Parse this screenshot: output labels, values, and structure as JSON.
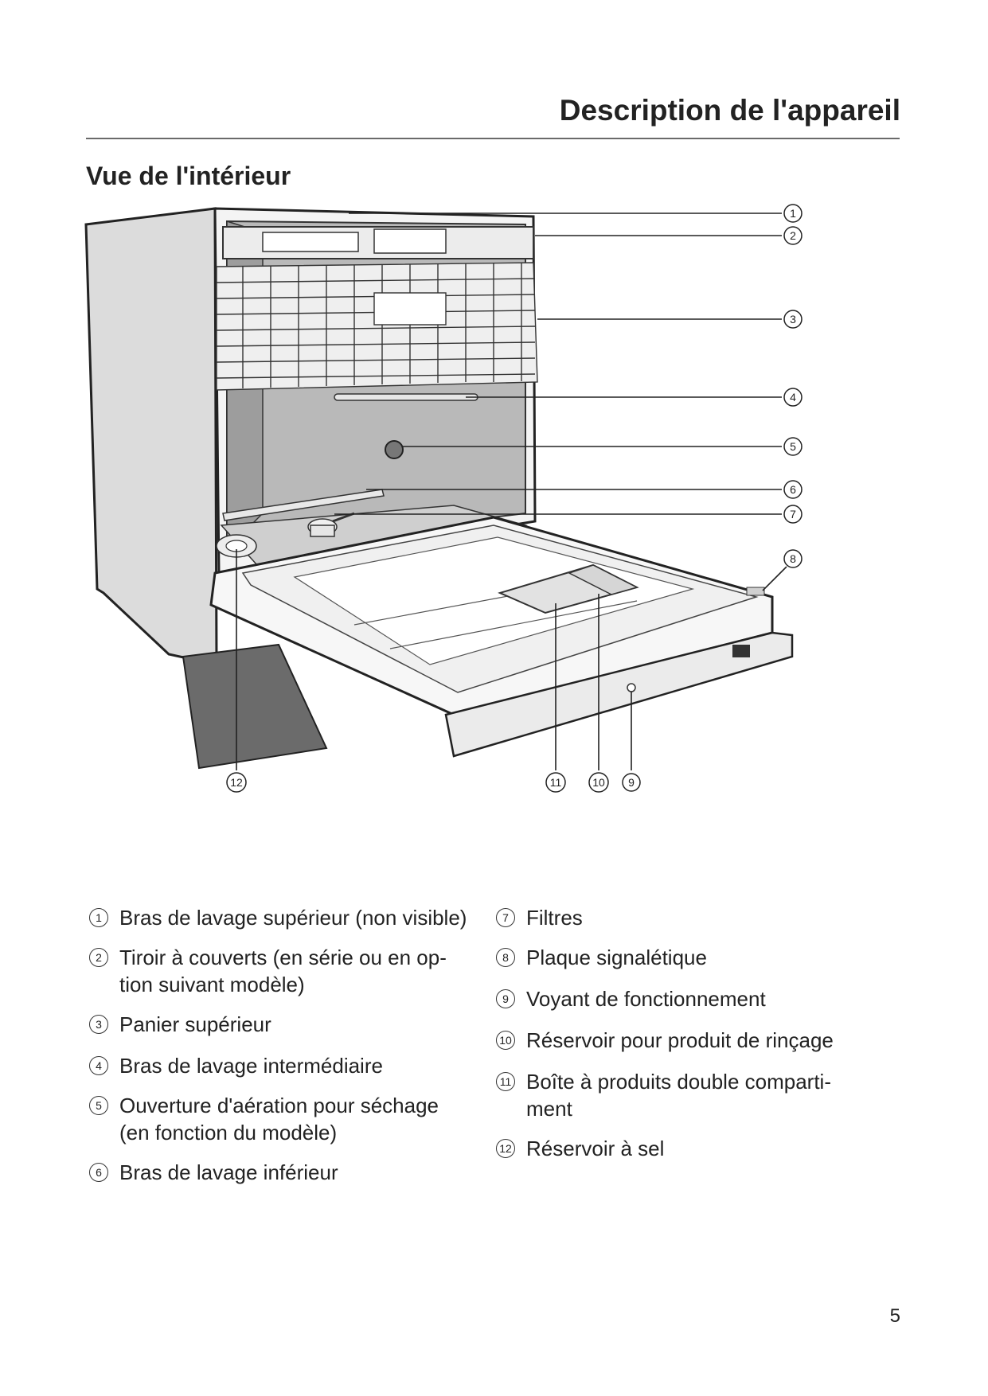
{
  "header": {
    "title": "Description de l'appareil"
  },
  "section": {
    "title": "Vue de l'intérieur"
  },
  "figure": {
    "callouts": [
      "①",
      "②",
      "③",
      "④",
      "⑤",
      "⑥",
      "⑦",
      "⑧",
      "⑨",
      "⑩",
      "⑪",
      "⑫"
    ]
  },
  "legend": {
    "left": [
      {
        "num": "1",
        "text": "Bras de lavage supérieur (non visible)"
      },
      {
        "num": "2",
        "text": "Tiroir à couverts (en série ou en op-\ntion suivant modèle)"
      },
      {
        "num": "3",
        "text": "Panier supérieur"
      },
      {
        "num": "4",
        "text": "Bras de lavage intermédiaire"
      },
      {
        "num": "5",
        "text": "Ouverture d'aération pour séchage\n(en fonction du modèle)"
      },
      {
        "num": "6",
        "text": "Bras de lavage inférieur"
      }
    ],
    "right": [
      {
        "num": "7",
        "text": "Filtres"
      },
      {
        "num": "8",
        "text": "Plaque signalétique"
      },
      {
        "num": "9",
        "text": "Voyant de fonctionnement"
      },
      {
        "num": "10",
        "text": "Réservoir pour produit de rinçage"
      },
      {
        "num": "11",
        "text": "Boîte à produits double comparti-\nment"
      },
      {
        "num": "12",
        "text": "Réservoir à sel"
      }
    ]
  },
  "footer": {
    "page_number": "5"
  }
}
